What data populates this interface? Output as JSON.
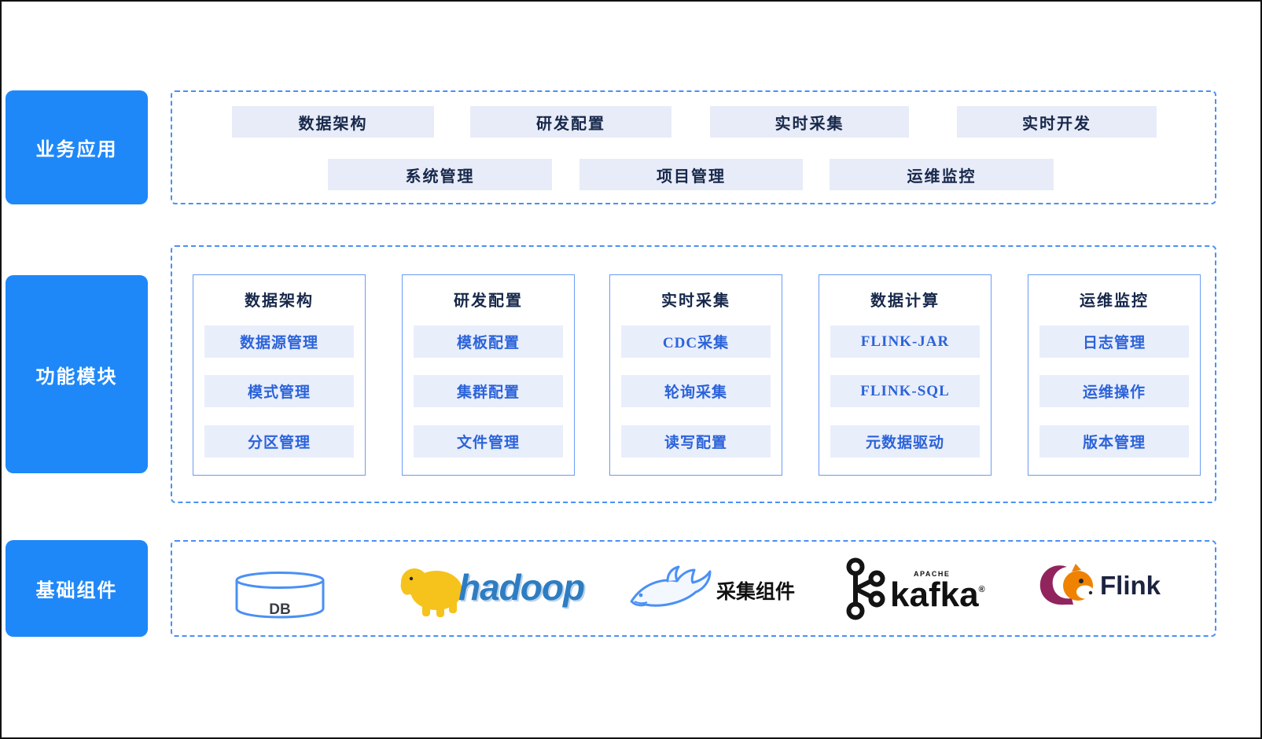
{
  "colors": {
    "accent_blue": "#1f88f8",
    "dashed_border": "#4a90f5",
    "pill_bg": "#e8ecf8",
    "pill_text": "#17284b",
    "module_item_bg": "#e9eefb",
    "module_item_text": "#2b63d9",
    "column_border": "#6b9bf5"
  },
  "layers": {
    "business": {
      "label": "业务应用",
      "row1": [
        "数据架构",
        "研发配置",
        "实时采集",
        "实时开发"
      ],
      "row2": [
        "系统管理",
        "项目管理",
        "运维监控"
      ]
    },
    "modules": {
      "label": "功能模块",
      "columns": [
        {
          "title": "数据架构",
          "items": [
            "数据源管理",
            "模式管理",
            "分区管理"
          ]
        },
        {
          "title": "研发配置",
          "items": [
            "模板配置",
            "集群配置",
            "文件管理"
          ]
        },
        {
          "title": "实时采集",
          "items": [
            "CDC采集",
            "轮询采集",
            "读写配置"
          ]
        },
        {
          "title": "数据计算",
          "items": [
            "FLINK-JAR",
            "FLINK-SQL",
            "元数据驱动"
          ]
        },
        {
          "title": "运维监控",
          "items": [
            "日志管理",
            "运维操作",
            "版本管理"
          ]
        }
      ]
    },
    "components": {
      "label": "基础组件",
      "items": [
        {
          "icon": "database-cylinder-icon",
          "label": "DB"
        },
        {
          "icon": "hadoop-elephant-icon",
          "label": "hadoop"
        },
        {
          "icon": "shark-icon",
          "label": "采集组件"
        },
        {
          "icon": "kafka-symbol-icon",
          "label": "kafka",
          "sub": "APACHE",
          "reg": "®"
        },
        {
          "icon": "flink-squirrel-icon",
          "label": "Flink"
        }
      ]
    }
  }
}
